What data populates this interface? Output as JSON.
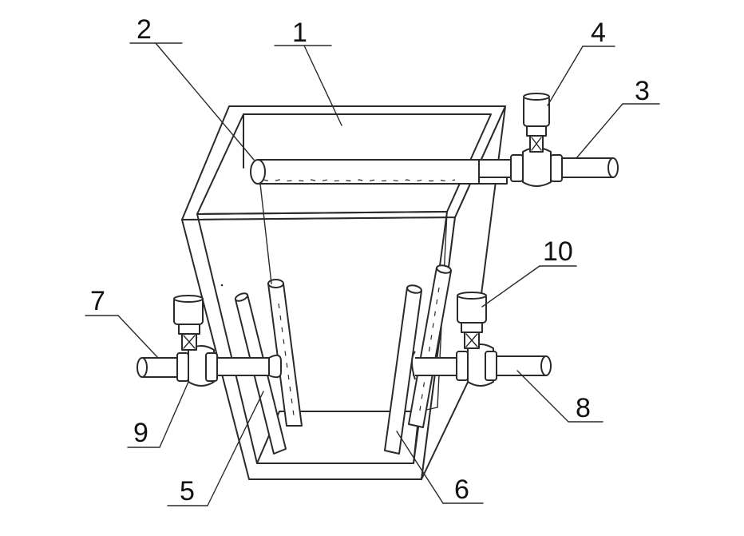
{
  "labels": {
    "n1": "1",
    "n2": "2",
    "n3": "3",
    "n4": "4",
    "n5": "5",
    "n6": "6",
    "n7": "7",
    "n8": "8",
    "n9": "9",
    "n10": "10"
  },
  "colors": {
    "line": "#2a2a2a",
    "background": "#ffffff"
  }
}
